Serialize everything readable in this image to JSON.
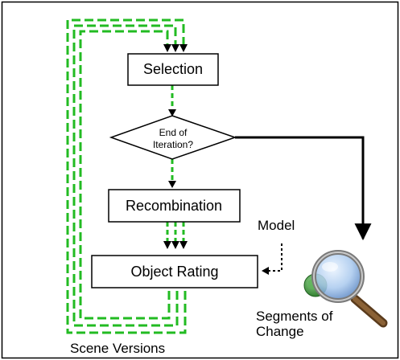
{
  "diagram": {
    "nodes": {
      "selection": "Selection",
      "end_of_iteration": [
        "End of",
        "Iteration?"
      ],
      "recombination": "Recombination",
      "object_rating": "Object Rating"
    },
    "labels": {
      "model": "Model",
      "segments_of_change": [
        "Segments of",
        "Change"
      ],
      "scene_versions": "Scene Versions"
    },
    "icons": {
      "result": "magnifier-globe-icon"
    },
    "colors": {
      "dashed_flow": "#22bb22",
      "solid_flow": "#000000",
      "frame": "#000000",
      "lens": "#a9c9ee",
      "globe": "#3f9a3a",
      "handle": "#6b4a2b"
    }
  }
}
